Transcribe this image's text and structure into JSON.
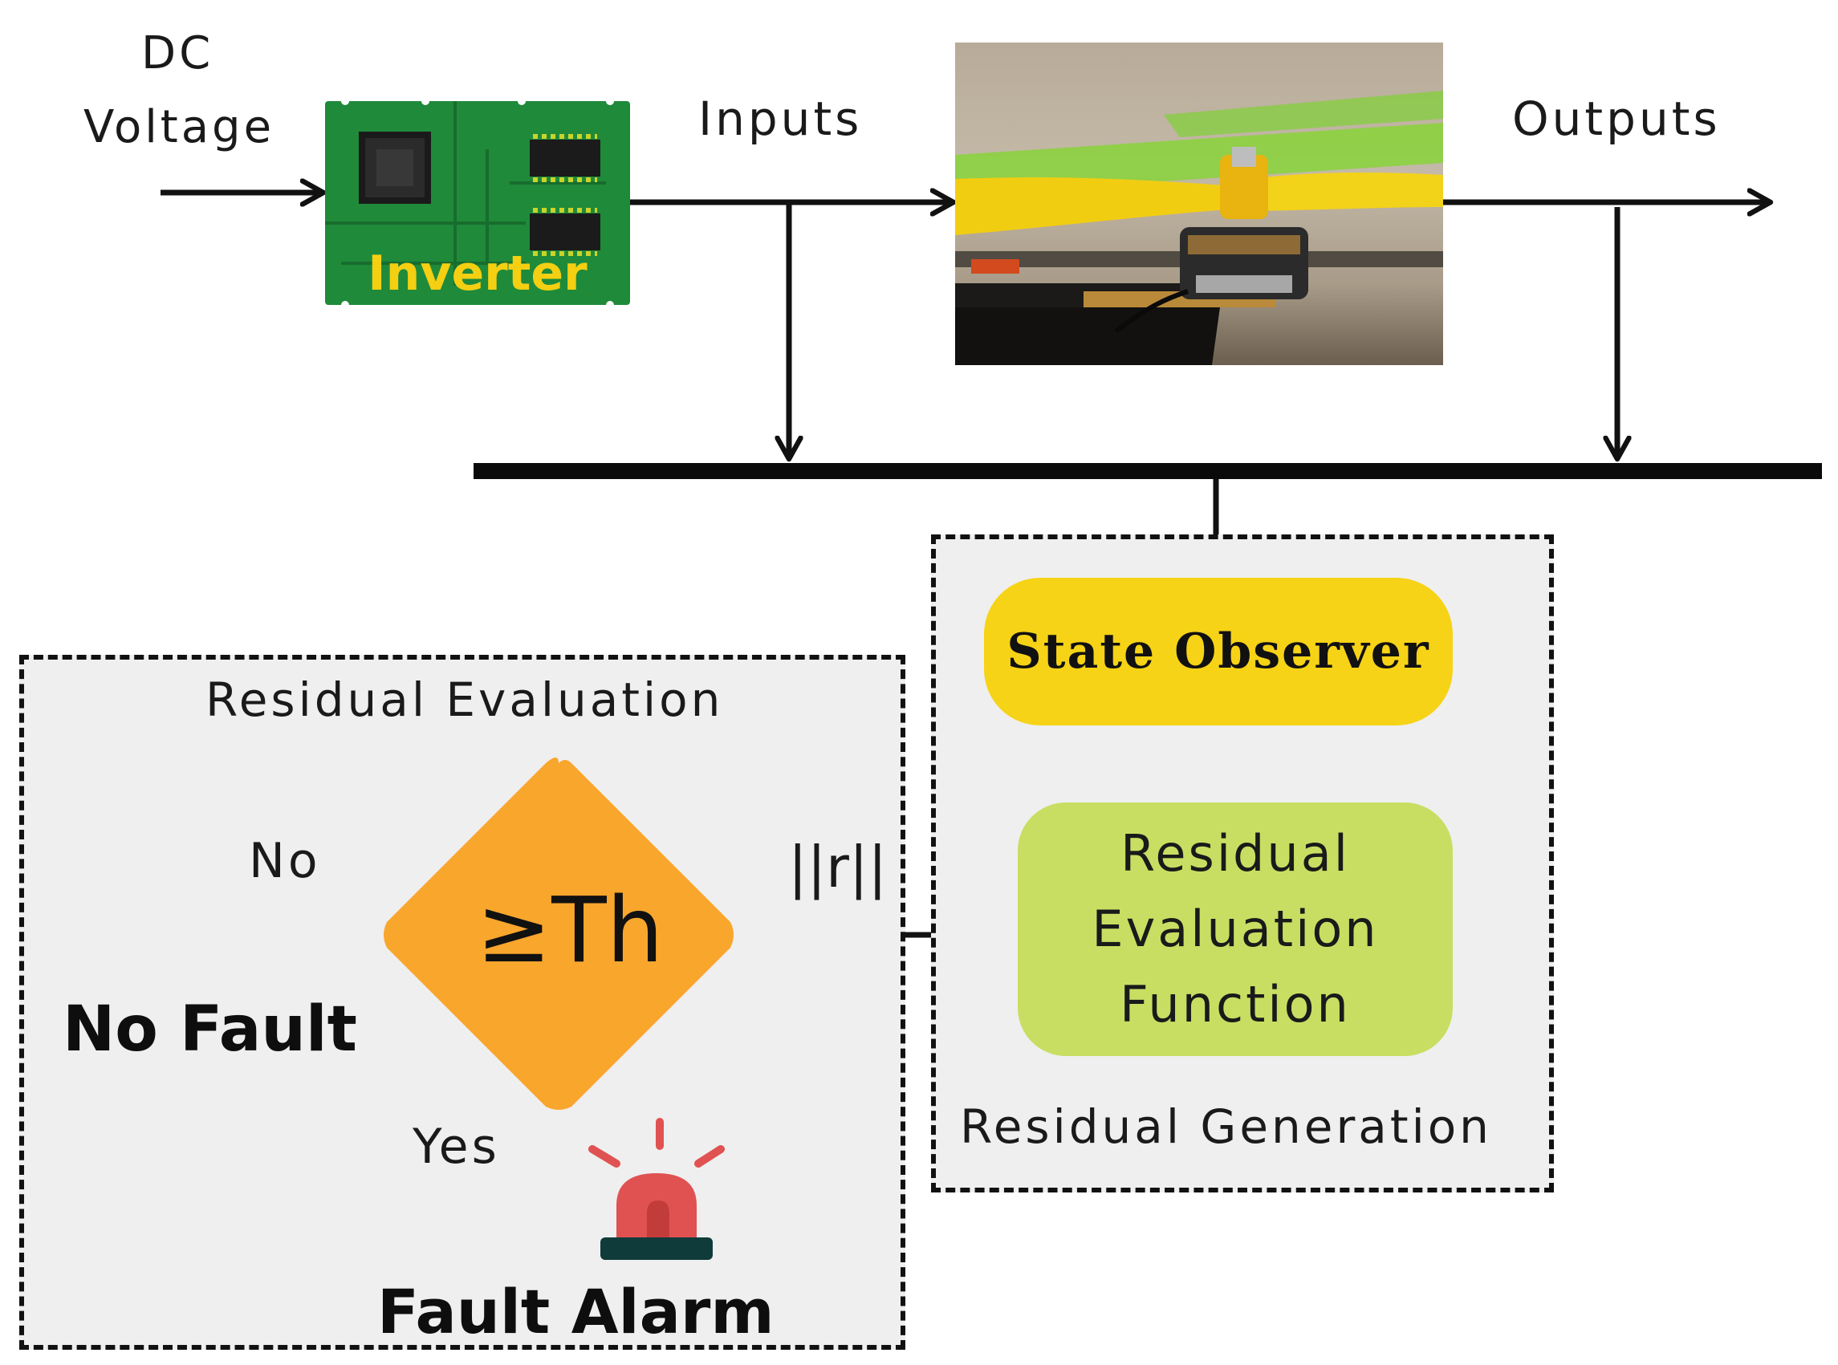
{
  "labels": {
    "dc": "DC",
    "voltage": "Voltage",
    "inputs": "Inputs",
    "outputs": "Outputs",
    "inverter": "Inverter",
    "residual_evaluation_title": "Residual Evaluation",
    "residual_generation_title": "Residual Generation",
    "state_observer": "State Observer",
    "ref_line1": "Residual",
    "ref_line2": "Evaluation",
    "ref_line3": "Function",
    "norm_r": "||r||",
    "threshold": "≥Th",
    "no": "No",
    "yes": "Yes",
    "no_fault": "No Fault",
    "fault_alarm": "Fault Alarm"
  },
  "colors": {
    "inverter_board": "#1f8a3a",
    "inverter_text": "#f4cf12",
    "state_observer": "#f6d316",
    "evaluation_function": "#c8de62",
    "threshold_diamond": "#f9a62d",
    "alarm_red": "#e05252",
    "panel_background": "#efefef"
  },
  "icons": {
    "inverter": "circuit-board-icon",
    "drone_motor": "drone-motor-photo",
    "alarm": "siren-alarm-icon"
  }
}
